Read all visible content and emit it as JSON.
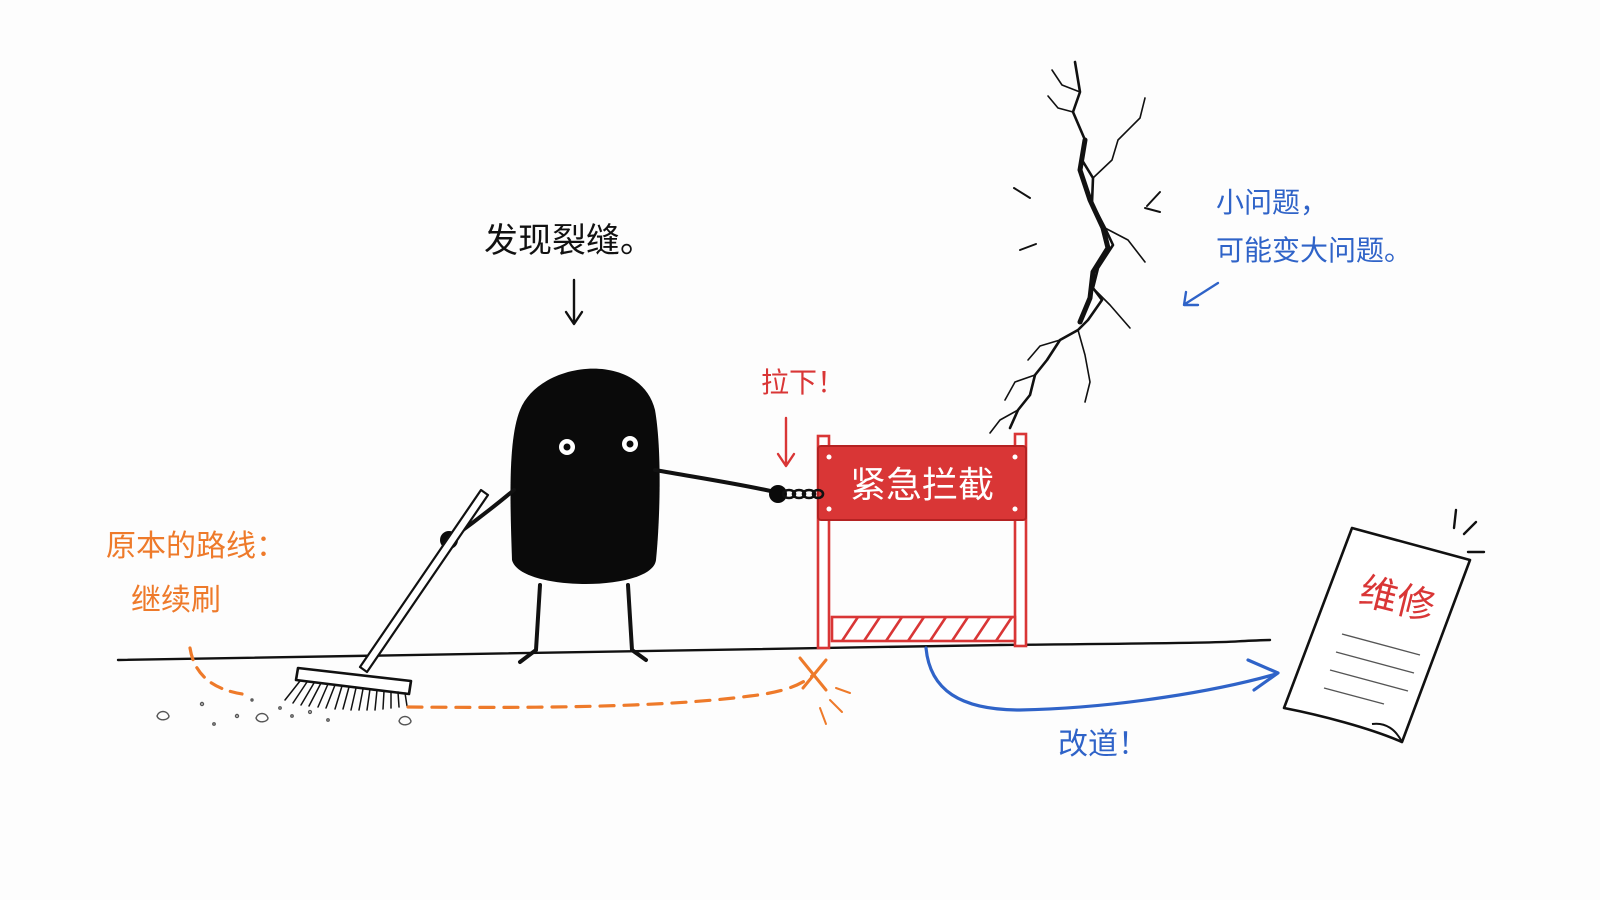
{
  "labels": {
    "found_crack": "发现裂缝。",
    "pull_down": "拉下！",
    "barrier_sign": "紧急拦截",
    "crack_note_line1": "小问题，",
    "crack_note_line2": "可能变大问题。",
    "original_route_line1": "原本的路线：",
    "original_route_line2": "继续刷",
    "reroute": "改道！",
    "repair_doc": "维修"
  },
  "colors": {
    "ink": "#111111",
    "red": "#d93636",
    "orange": "#ee7a2a",
    "blue": "#2f63c8",
    "paper": "#ffffff"
  },
  "icons": {
    "character": "blob-character",
    "broom": "broom-icon",
    "barrier": "barrier-icon",
    "crack": "wall-crack-icon",
    "document": "repair-document-icon",
    "cross": "cross-mark-icon"
  }
}
